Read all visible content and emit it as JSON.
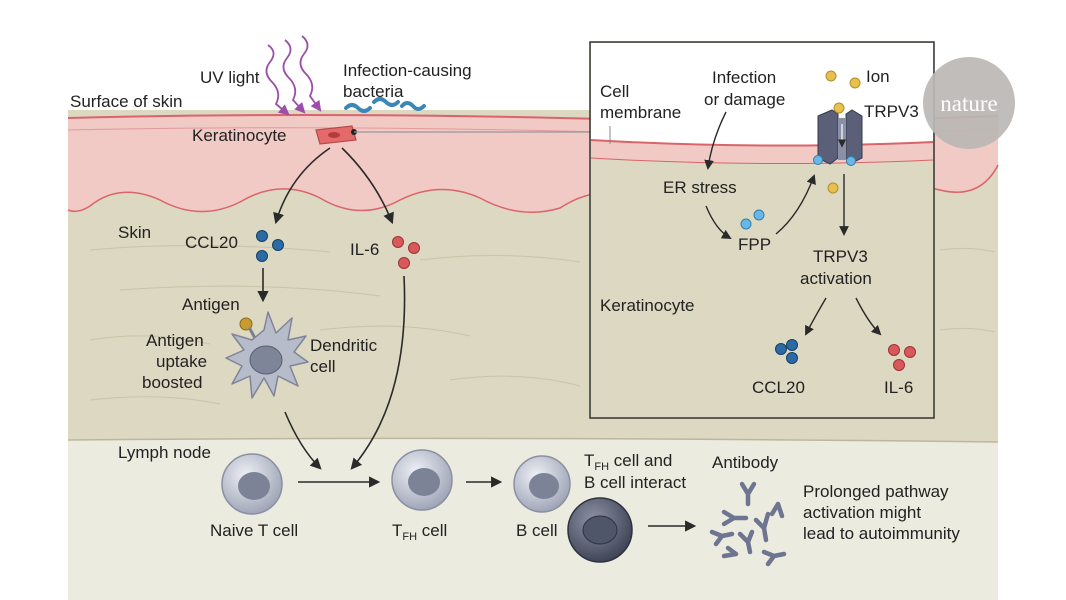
{
  "colors": {
    "skin_surface": "#f1c9c5",
    "skin_line": "#d9646a",
    "dermis": "#dcd8c1",
    "lymph": "#ecebdf",
    "ccl20": "#2b6aa2",
    "il6": "#d9585a",
    "ion": "#e9c04e",
    "fpp": "#6ab7e5",
    "arrow": "#2a2a2a"
  },
  "labels": {
    "uv_light": "UV light",
    "bacteria": [
      "Infection-causing",
      "bacteria"
    ],
    "surface_of_skin": "Surface of skin",
    "keratinocyte": "Keratinocyte",
    "skin": "Skin",
    "ccl20": "CCL20",
    "il6": "IL-6",
    "antigen": "Antigen",
    "antigen_uptake": [
      "Antigen",
      "uptake",
      "boosted"
    ],
    "dendritic_cell": [
      "Dendritic",
      "cell"
    ],
    "lymph_node": "Lymph node",
    "naive_t_cell": "Naive T cell",
    "tfh_cell": {
      "t": "T",
      "sub": "FH",
      "rest": " cell"
    },
    "b_cell": "B cell",
    "tfh_b_interact": {
      "t": "T",
      "sub": "FH",
      "rest": " cell and",
      "line2": "B cell interact"
    },
    "antibody": "Antibody",
    "prolonged": [
      "Prolonged pathway",
      "activation might",
      "lead to autoimmunity"
    ]
  },
  "inset": {
    "cell_membrane": [
      "Cell",
      "membrane"
    ],
    "infection_damage": [
      "Infection",
      "or damage"
    ],
    "ion": "Ion",
    "trpv3": "TRPV3",
    "er_stress": "ER stress",
    "fpp": "FPP",
    "trpv3_activation": [
      "TRPV3",
      "activation"
    ],
    "keratinocyte": "Keratinocyte",
    "ccl20": "CCL20",
    "il6": "IL-6"
  },
  "badge": {
    "text": "nature"
  }
}
